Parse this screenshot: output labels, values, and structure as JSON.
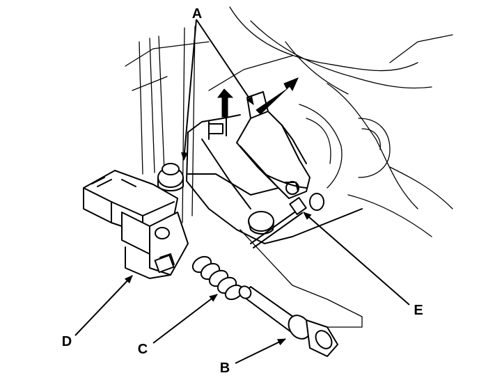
{
  "callouts": {
    "A": "A",
    "B": "B",
    "C": "C",
    "D": "D",
    "E": "E"
  },
  "colors": {
    "ink": "#000000",
    "paper": "#ffffff"
  }
}
